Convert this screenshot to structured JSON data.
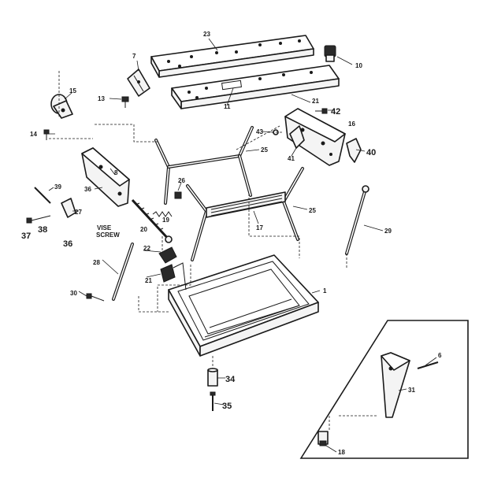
{
  "labels": {
    "l23": "23",
    "l7": "7",
    "l10": "10",
    "l13": "13",
    "l15": "15",
    "l11": "11",
    "l21top": "21",
    "l42": "42",
    "l16": "16",
    "l14": "14",
    "l43": "43",
    "l25a": "25",
    "l40": "40",
    "l41": "41",
    "l8": "8",
    "l26": "26",
    "l39": "39",
    "l36a": "36",
    "l25b": "25",
    "l17": "17",
    "l29": "29",
    "l27": "27",
    "l37": "37",
    "l38": "38",
    "l36b": "36",
    "vise": "VISE",
    "screw": "SCREW",
    "l20": "20",
    "l19": "19",
    "l22": "22",
    "l28": "28",
    "l21": "21",
    "l1": "1",
    "l30": "30",
    "l34": "34",
    "l35": "35",
    "l6": "6",
    "l31": "31",
    "l18": "18"
  },
  "colors": {
    "ink": "#1a1a1a",
    "paper": "#ffffff"
  }
}
